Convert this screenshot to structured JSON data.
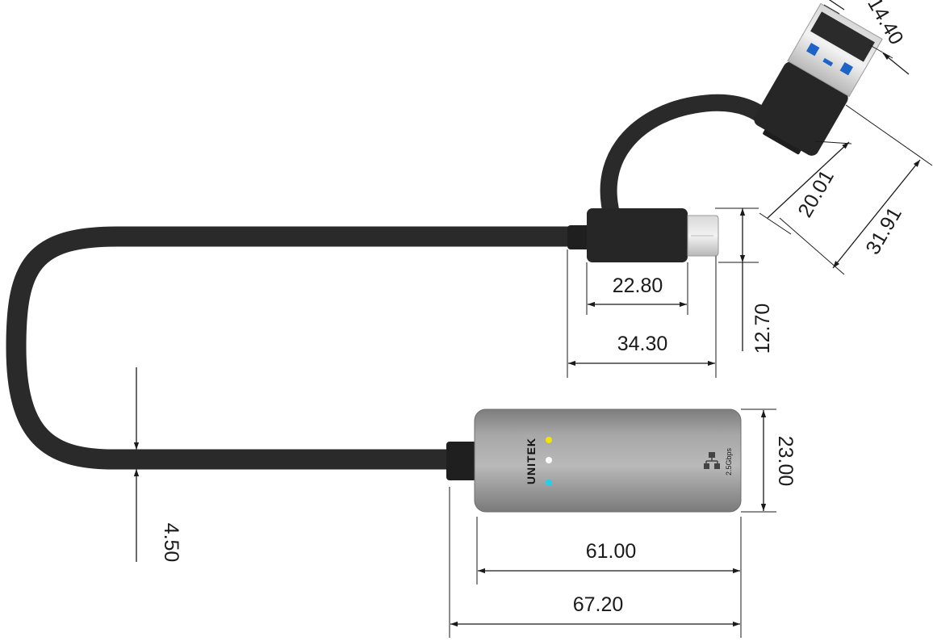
{
  "product": {
    "brand": "UNITEK",
    "port_label": "2.5Gbps",
    "led_colors": [
      "#f5e400",
      "#ffffff",
      "#22d0e8"
    ],
    "colors": {
      "cable": "#2b2b2b",
      "housing": "#9a9a9a",
      "plug": "#262626",
      "usb_tongue": "#1e64c8",
      "metal": "#c9c9c9"
    }
  },
  "dimensions": {
    "usb_a_width": "14.40",
    "usb_a_insert_length": "20.01",
    "usb_a_total_length": "31.91",
    "usb_c_body_length": "22.80",
    "usb_c_total_length": "34.30",
    "usb_c_height": "12.70",
    "cable_diameter": "4.50",
    "adapter_height": "23.00",
    "adapter_body_length": "61.00",
    "adapter_total_length": "67.20"
  }
}
